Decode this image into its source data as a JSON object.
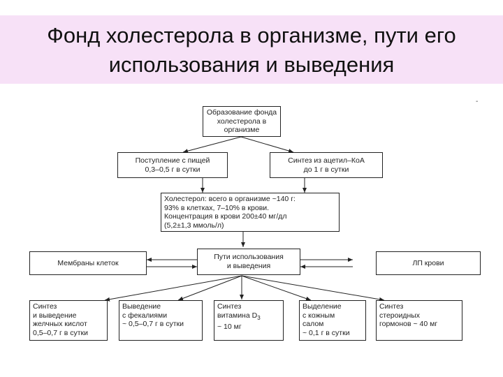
{
  "title": {
    "line1": "Фонд холестерола в организме, пути его",
    "line2": "использования и выведения"
  },
  "corner_mark": "-",
  "boxes": {
    "formation": {
      "l1": "Образование фонда",
      "l2": "холестерола в",
      "l3": "организме"
    },
    "intake": {
      "l1": "Поступление с пищей",
      "l2": "0,3–0,5 г в сутки"
    },
    "synthesis": {
      "l1": "Синтез из ацетил–КоА",
      "l2": "до 1 г в сутки"
    },
    "cholesterol": {
      "l1": "Холестерол: всего в организме ~140 г:",
      "l2": "93% в клетках, 7–10% в крови.",
      "l3": "Концентрация в крови 200±40 мг/дл",
      "l4": "(5,2±1,3 ммоль/л)"
    },
    "membranes": {
      "l1": "Мембраны клеток"
    },
    "pathways": {
      "l1": "Пути использования",
      "l2": "и выведения"
    },
    "lp_blood": {
      "l1": "ЛП крови"
    },
    "bile": {
      "l1": "Синтез",
      "l2": "и выведение",
      "l3": "желчных кислот",
      "l4": "0,5–0,7 г в сутки"
    },
    "feces": {
      "l1": "Выведение",
      "l2": "с фекалиями",
      "l3": "~ 0,5–0,7 г в сутки"
    },
    "vitd": {
      "l1": "Синтез",
      "l2a": "витамина D",
      "l2sub": "3",
      "l3": "~ 10 мг"
    },
    "sebum": {
      "l1": "Выделение",
      "l2": "с кожным",
      "l3": "салом",
      "l4": "~ 0,1 г в сутки"
    },
    "steroid": {
      "l1": "Синтез",
      "l2": "стероидных",
      "l3": "гормонов ~ 40 мг"
    }
  }
}
